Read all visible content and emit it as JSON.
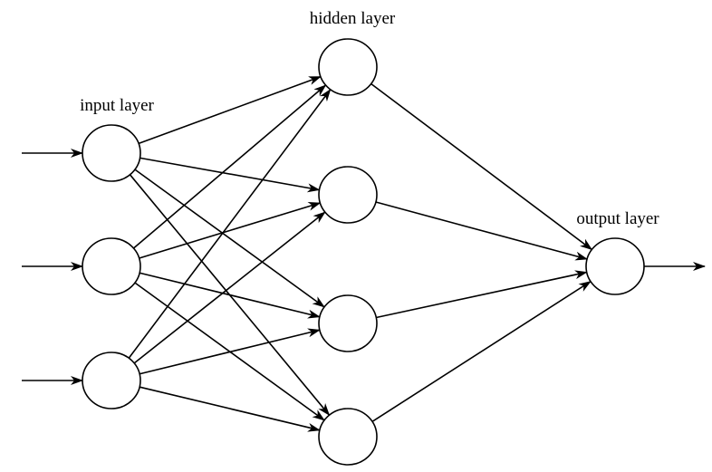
{
  "labels": {
    "input": "input layer",
    "hidden": "hidden layer",
    "output": "output layer"
  },
  "network": {
    "layers": [
      {
        "name": "input",
        "nodes": 3
      },
      {
        "name": "hidden",
        "nodes": 4
      },
      {
        "name": "output",
        "nodes": 1
      }
    ],
    "connectivity": "fully-connected",
    "external_inputs": 3,
    "external_outputs": 1
  },
  "colors": {
    "stroke": "#000000",
    "background": "#ffffff"
  }
}
